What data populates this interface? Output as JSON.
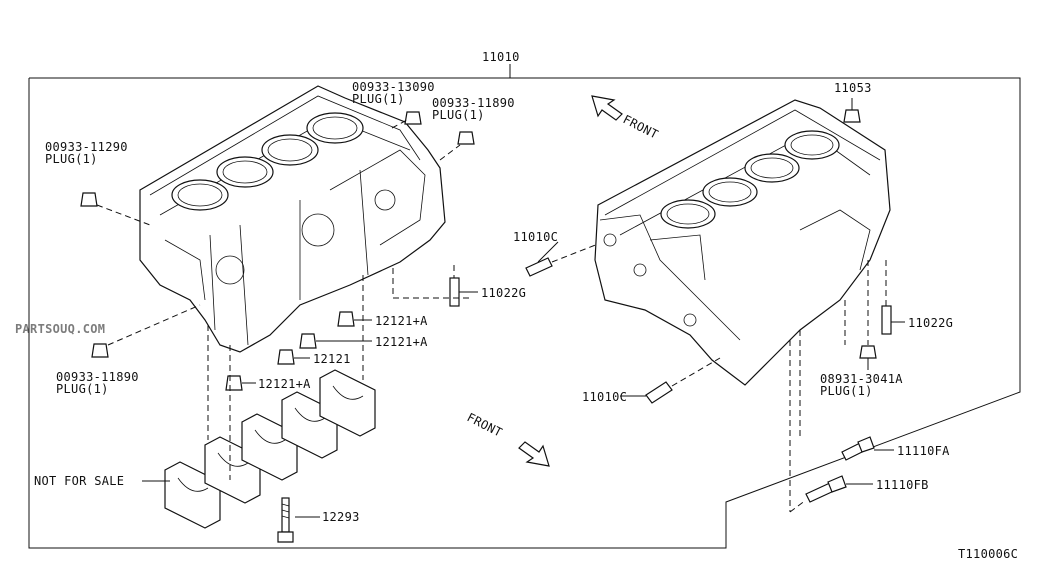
{
  "watermark": "PARTSOUQ.COM",
  "diagram_code": "T110006C",
  "assembly_label": "11010",
  "labels": {
    "p11053": "11053",
    "p00933_13090": "00933-13090",
    "p00933_13090_desc": "PLUG(1)",
    "p00933_11890_top": "00933-11890",
    "p00933_11890_top_desc": "PLUG(1)",
    "p00933_11290": "00933-11290",
    "p00933_11290_desc": "PLUG(1)",
    "p00933_11890_bottom": "00933-11890",
    "p00933_11890_bottom_desc": "PLUG(1)",
    "p11010c_top": "11010C",
    "p11010c_bottom": "11010C",
    "p11022g_left": "11022G",
    "p11022g_right": "11022G",
    "p12121a_1": "12121+A",
    "p12121a_2": "12121+A",
    "p12121": "12121",
    "p12121a_3": "12121+A",
    "p08931_3041a": "08931-3041A",
    "p08931_3041a_desc": "PLUG(1)",
    "p11110fa": "11110FA",
    "p11110fb": "11110FB",
    "p12293": "12293",
    "not_for_sale": "NOT FOR SALE",
    "front_top": "FRONT",
    "front_bottom": "FRONT"
  }
}
